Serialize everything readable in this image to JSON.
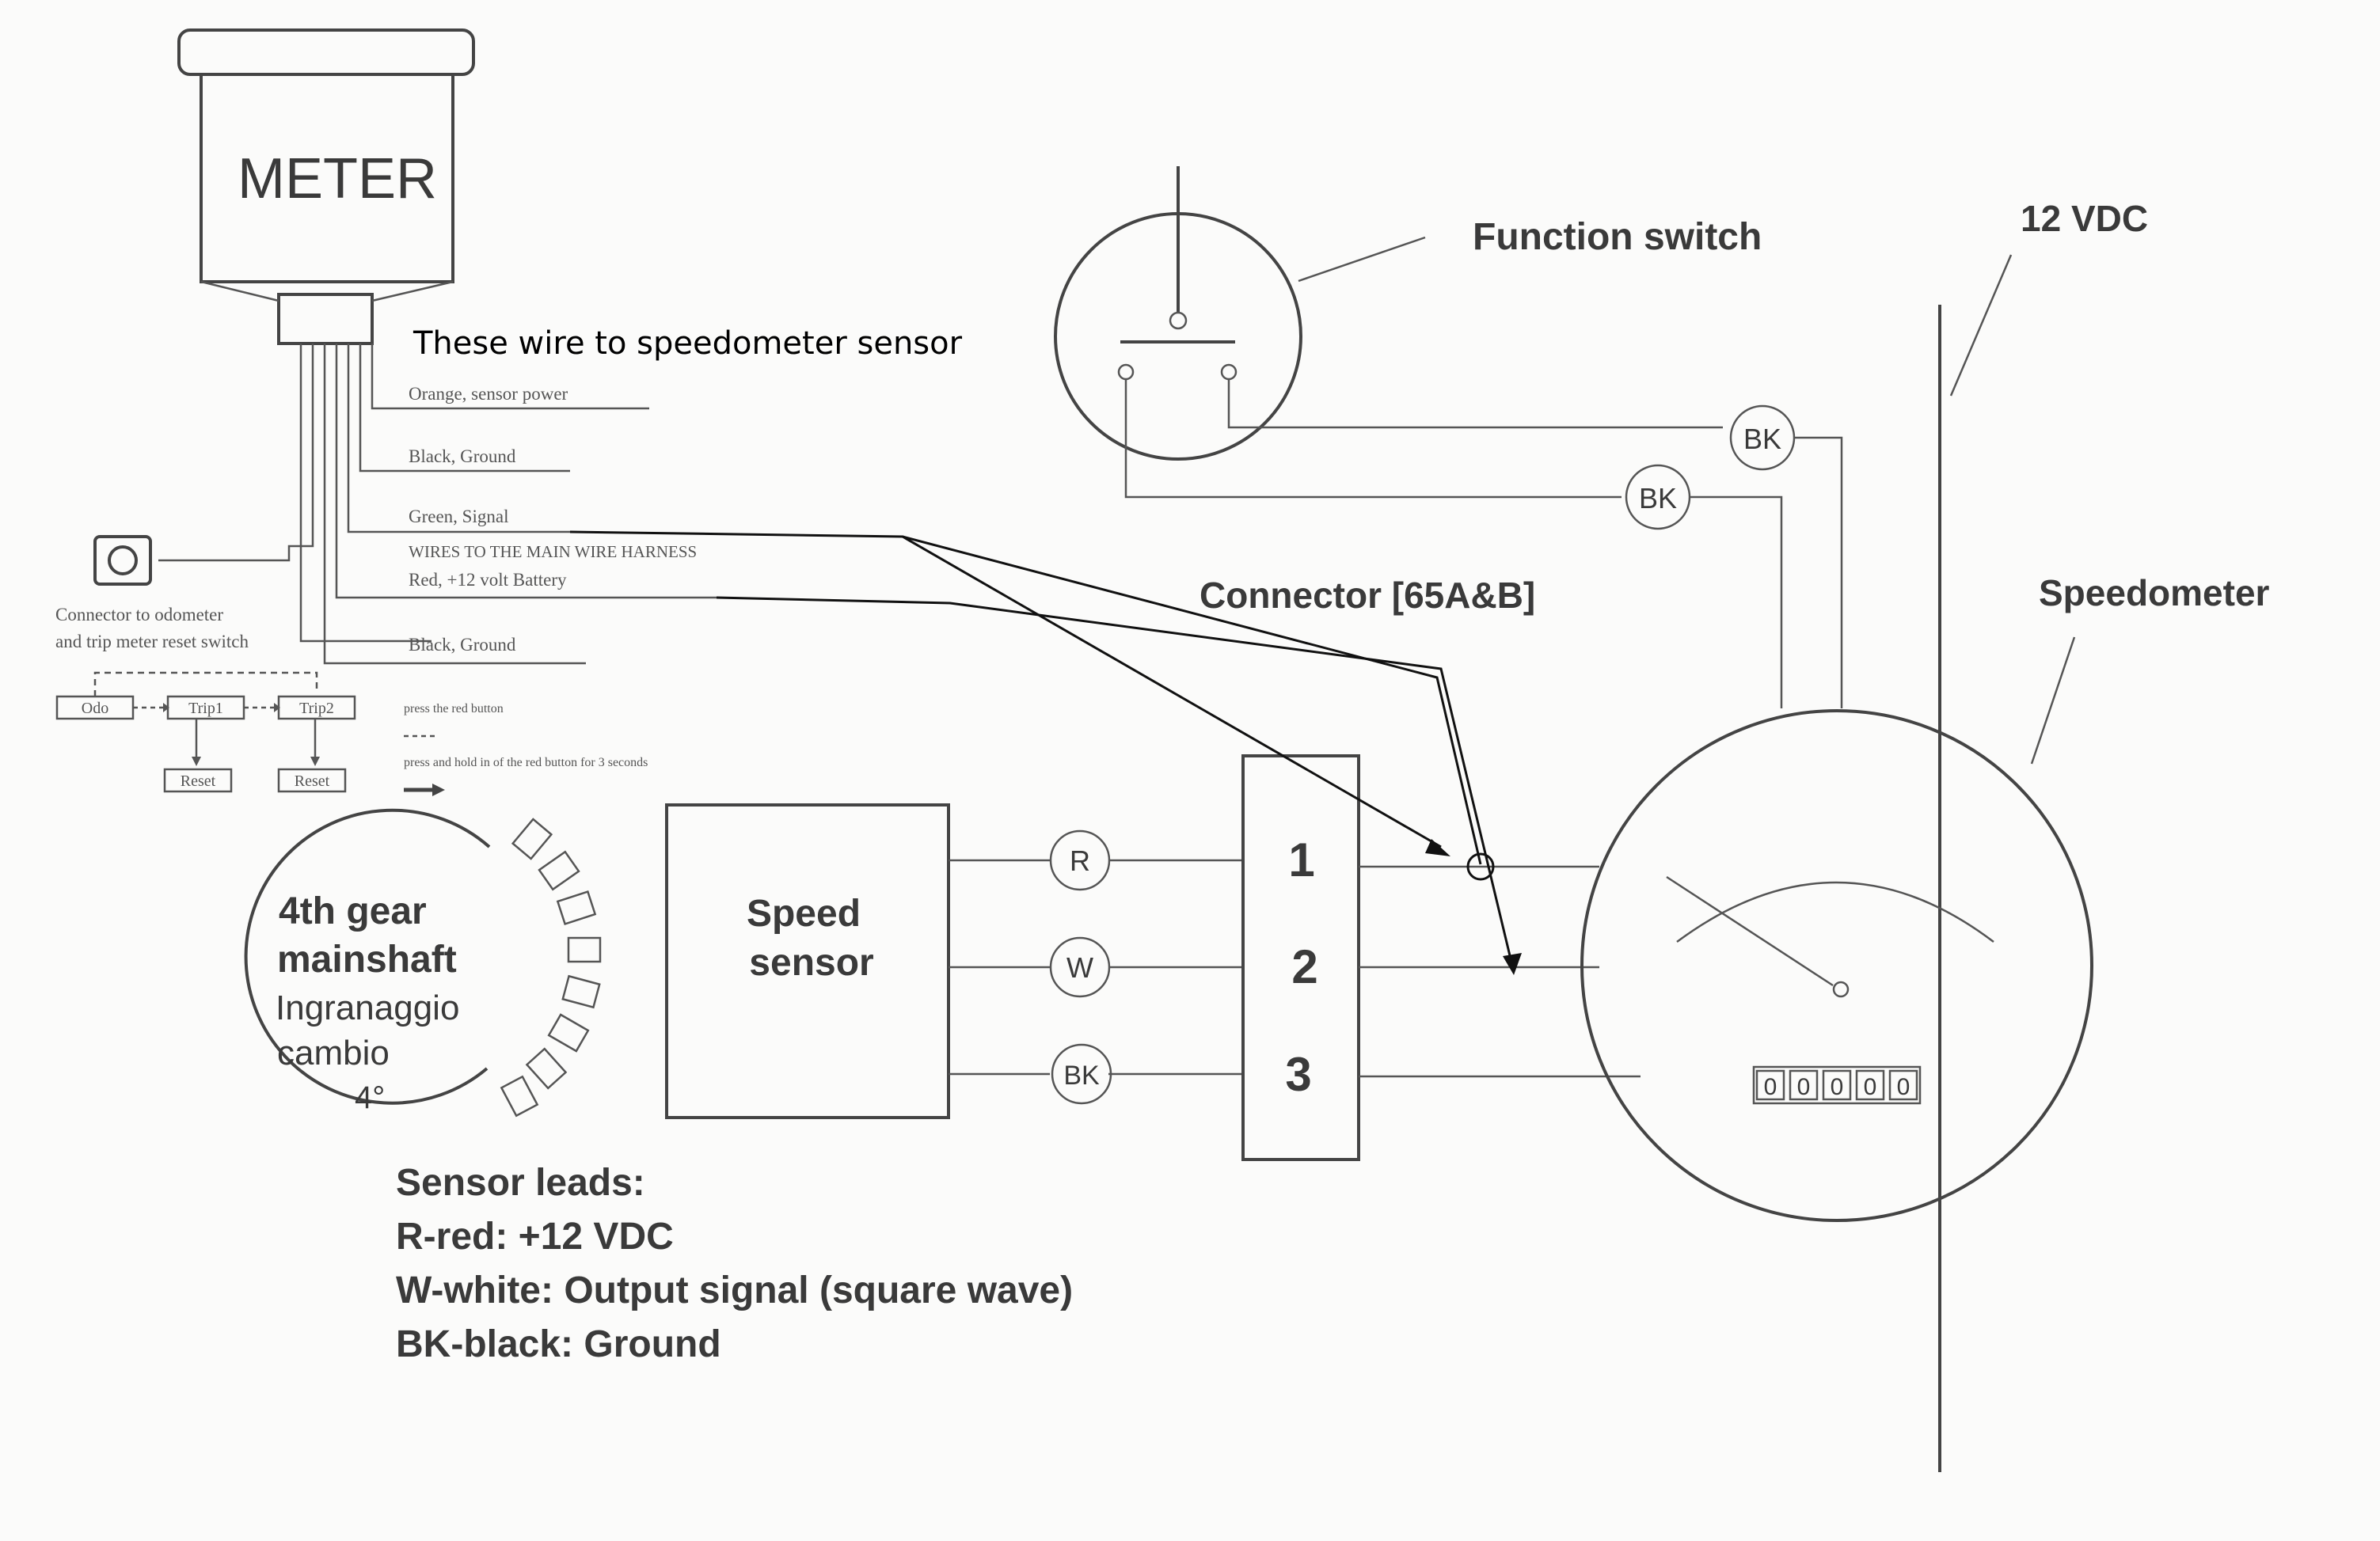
{
  "meter": {
    "label": "METER",
    "annotation": "These wire to speedometer sensor",
    "wires": [
      {
        "label": "Orange, sensor power"
      },
      {
        "label": "Black, Ground"
      },
      {
        "label": "Green, Signal"
      },
      {
        "label": "WIRES TO THE MAIN WIRE HARNESS"
      },
      {
        "label": "Red, +12 volt Battery"
      },
      {
        "label": "Black, Ground"
      }
    ],
    "connector_note_line1": "Connector to odometer",
    "connector_note_line2": "and trip meter reset switch",
    "flow": {
      "odo": "Odo",
      "trip1": "Trip1",
      "trip2": "Trip2",
      "reset1": "Reset",
      "reset2": "Reset",
      "legend_press": "press the red button",
      "legend_hold": "press and hold in of the red button for 3 seconds"
    }
  },
  "gear": {
    "line1": "4th gear",
    "line2": "mainshaft",
    "line3": "Ingranaggio",
    "line4": "cambio",
    "line5": "4°"
  },
  "speed_sensor": {
    "line1": "Speed",
    "line2": "sensor"
  },
  "leads": [
    {
      "badge": "R"
    },
    {
      "badge": "W"
    },
    {
      "badge": "BK"
    }
  ],
  "connector": {
    "label": "Connector [65A&B]",
    "pins": [
      "1",
      "2",
      "3"
    ]
  },
  "function_switch": {
    "label": "Function switch"
  },
  "vdc": {
    "label": "12 VDC"
  },
  "speedometer": {
    "label": "Speedometer",
    "odometer_digits": [
      "0",
      "0",
      "0",
      "0",
      "0"
    ]
  },
  "bk_badges": [
    "BK",
    "BK"
  ],
  "legend": {
    "title": "Sensor leads:",
    "r": "R-red: +12 VDC",
    "w": "W-white: Output signal (square wave)",
    "bk": "BK-black: Ground"
  }
}
